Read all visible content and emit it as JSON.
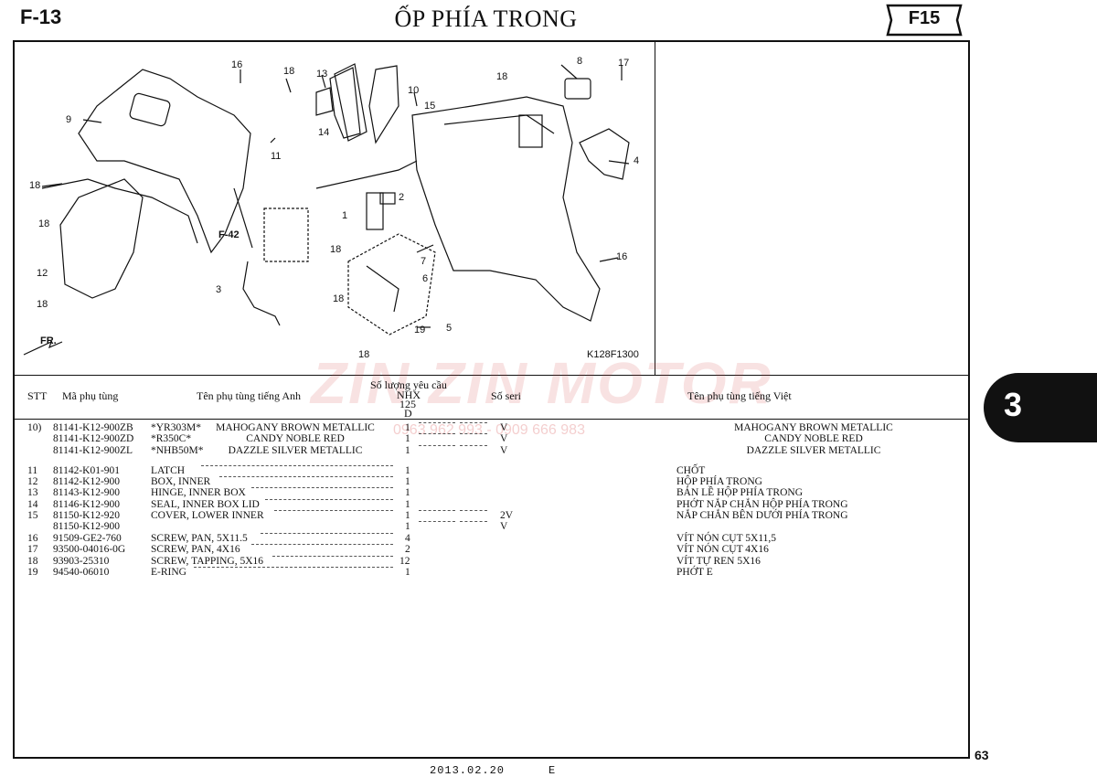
{
  "header": {
    "code_left": "F-13",
    "title": "ỐP PHÍA TRONG",
    "code_right": "F15"
  },
  "diagram": {
    "callouts": [
      "16",
      "18",
      "13",
      "10",
      "8",
      "17",
      "9",
      "11",
      "18",
      "15",
      "4",
      "18",
      "14",
      "2",
      "1",
      "18",
      "7",
      "6",
      "12",
      "18",
      "3",
      "F-42",
      "18",
      "19",
      "5",
      "16",
      "18"
    ],
    "ref_code": "K128F1300",
    "front_label": "FR."
  },
  "table_header": {
    "stt": "STT",
    "part_no": "Mã phụ tùng",
    "name_en": "Tên phụ tùng tiếng Anh",
    "qty_title": "Số lượng yêu cầu",
    "model_line1": "NHX",
    "model_line2": "125",
    "model_line3": "D",
    "serial": "Số seri",
    "name_vn": "Tên phụ tùng tiếng Việt"
  },
  "rows_color": [
    {
      "stt": "10)",
      "part": "81141-K12-900ZB",
      "code": "*YR303M*",
      "color": "MAHOGANY BROWN METALLIC",
      "qty": "1",
      "serial": "V",
      "vn": "MAHOGANY BROWN METALLIC"
    },
    {
      "stt": "",
      "part": "81141-K12-900ZD",
      "code": "*R350C*",
      "color": "CANDY NOBLE RED",
      "qty": "1",
      "serial": "V",
      "vn": "CANDY NOBLE RED"
    },
    {
      "stt": "",
      "part": "81141-K12-900ZL",
      "code": "*NHB50M*",
      "color": "DAZZLE SILVER METALLIC",
      "qty": "1",
      "serial": "V",
      "vn": "DAZZLE SILVER METALLIC"
    }
  ],
  "rows": [
    {
      "stt": "11",
      "part": "81142-K01-901",
      "name": "LATCH",
      "qty": "1",
      "serial": "",
      "vn": "CHỐT"
    },
    {
      "stt": "12",
      "part": "81142-K12-900",
      "name": "BOX, INNER",
      "qty": "1",
      "serial": "",
      "vn": "HỘP PHÍA TRONG"
    },
    {
      "stt": "13",
      "part": "81143-K12-900",
      "name": "HINGE, INNER BOX",
      "qty": "1",
      "serial": "",
      "vn": "BẢN LỀ HỘP PHÍA TRONG"
    },
    {
      "stt": "14",
      "part": "81146-K12-900",
      "name": "SEAL, INNER BOX LID",
      "qty": "1",
      "serial": "",
      "vn": "PHỚT NẮP CHẮN HỘP PHÍA TRONG"
    },
    {
      "stt": "15",
      "part": "81150-K12-920",
      "name": "COVER, LOWER INNER",
      "qty": "1",
      "serial": "2V",
      "vn": "NẮP CHẮN BÊN DƯỚI PHÍA TRONG"
    },
    {
      "stt": "",
      "part": "81150-K12-900",
      "name": "",
      "qty": "1",
      "serial": "V",
      "vn": ""
    },
    {
      "stt": "16",
      "part": "91509-GE2-760",
      "name": "SCREW, PAN, 5X11.5",
      "qty": "4",
      "serial": "",
      "vn": "VÍT NÓN CỤT 5X11,5"
    },
    {
      "stt": "17",
      "part": "93500-04016-0G",
      "name": "SCREW, PAN, 4X16",
      "qty": "2",
      "serial": "",
      "vn": "VÍT NÓN CỤT 4X16"
    },
    {
      "stt": "18",
      "part": "93903-25310",
      "name": "SCREW, TAPPING, 5X16",
      "qty": "12",
      "serial": "",
      "vn": "VÍT TỰ REN 5X16"
    },
    {
      "stt": "19",
      "part": "94540-06010",
      "name": "E-RING",
      "qty": "1",
      "serial": "",
      "vn": "PHỚT E"
    }
  ],
  "side_tab": "3",
  "page_number": "63",
  "footer": {
    "date": "2013.02.20",
    "edition": "E"
  },
  "watermark": {
    "brand": "ZIN ZIN MOTOR",
    "phones": "0963 962 993 - 0909 666 983"
  }
}
